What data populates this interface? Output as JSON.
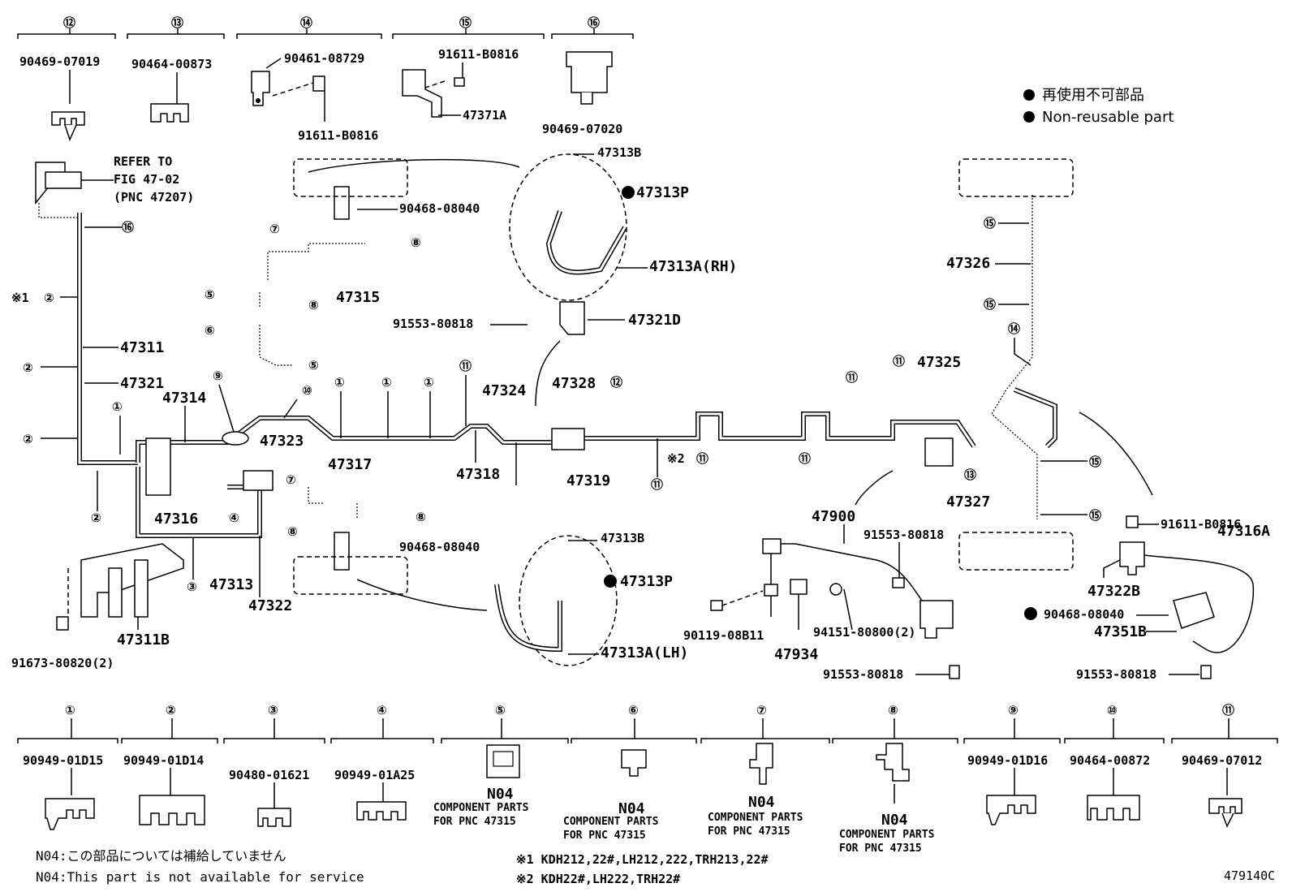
{
  "legend": {
    "jp": "再使用不可部品",
    "en": "Non-reusable part"
  },
  "top_groups": [
    {
      "num": "⑫",
      "parts": [
        "90469-07019"
      ]
    },
    {
      "num": "⑬",
      "parts": [
        "90464-00873"
      ]
    },
    {
      "num": "⑭",
      "parts": [
        "90461-08729",
        "91611-B0816"
      ]
    },
    {
      "num": "⑮",
      "parts": [
        "91611-B0816",
        "47371A"
      ]
    },
    {
      "num": "⑯",
      "parts": [
        "90469-07020"
      ]
    }
  ],
  "bottom_groups": [
    {
      "num": "①",
      "part": "90949-01D15"
    },
    {
      "num": "②",
      "part": "90949-01D14"
    },
    {
      "num": "③",
      "part": "90480-01621"
    },
    {
      "num": "④",
      "part": "90949-01A25"
    },
    {
      "num": "⑤",
      "part": "N04",
      "note": [
        "COMPONENT PARTS",
        "FOR PNC 47315"
      ]
    },
    {
      "num": "⑥",
      "part": "N04",
      "note": [
        "COMPONENT PARTS",
        "FOR PNC 47315"
      ]
    },
    {
      "num": "⑦",
      "part": "N04",
      "note": [
        "COMPONENT PARTS",
        "FOR PNC 47315"
      ]
    },
    {
      "num": "⑧",
      "part": "N04",
      "note": [
        "COMPONENT PARTS",
        "FOR PNC 47315"
      ]
    },
    {
      "num": "⑨",
      "part": "90949-01D16"
    },
    {
      "num": "⑩",
      "part": "90464-00872"
    },
    {
      "num": "⑪",
      "part": "90469-07012"
    }
  ],
  "refer": [
    "REFER TO",
    "FIG 47-02",
    "(PNC 47207)"
  ],
  "labels": {
    "p47311": "47311",
    "p47321": "47321",
    "p47314": "47314",
    "p47323": "47323",
    "p47316": "47316",
    "p47313": "47313",
    "p47322": "47322",
    "p47311B": "47311B",
    "p91673": "91673-80820(2)",
    "p47315": "47315",
    "p47317": "47317",
    "p90468a": "90468-08040",
    "p90468b": "90468-08040",
    "p47313Ba": "47313B",
    "p47313Pa": "47313P",
    "p47313ARH": "47313A(RH)",
    "p47313Bb": "47313B",
    "p47313Pb": "47313P",
    "p47313ALH": "47313A(LH)",
    "p91553a": "91553-80818",
    "p47321D": "47321D",
    "p47324": "47324",
    "p47328": "47328",
    "p47318": "47318",
    "p47319": "47319",
    "p47325": "47325",
    "p47326": "47326",
    "p47327": "47327",
    "p47900": "47900",
    "p91553b": "91553-80818",
    "p90119": "90119-08B11",
    "p94151": "94151-80800(2)",
    "p47934": "47934",
    "p91553c": "91553-80818",
    "p91611c": "91611-B0816",
    "p47316A": "47316A",
    "p47322B": "47322B",
    "p90468c": "90468-08040",
    "p47351B": "47351B",
    "p91553d": "91553-80818",
    "mark1": "※1",
    "mark2": "※2"
  },
  "footer": {
    "n04_jp": "N04:この部品については補給していません",
    "n04_en": "N04:This part is not available for service",
    "note1": "※1 KDH212,22#,LH212,222,TRH213,22#",
    "note2": "※2 KDH22#,LH222,TRH22#",
    "figure_id": "479140C"
  }
}
